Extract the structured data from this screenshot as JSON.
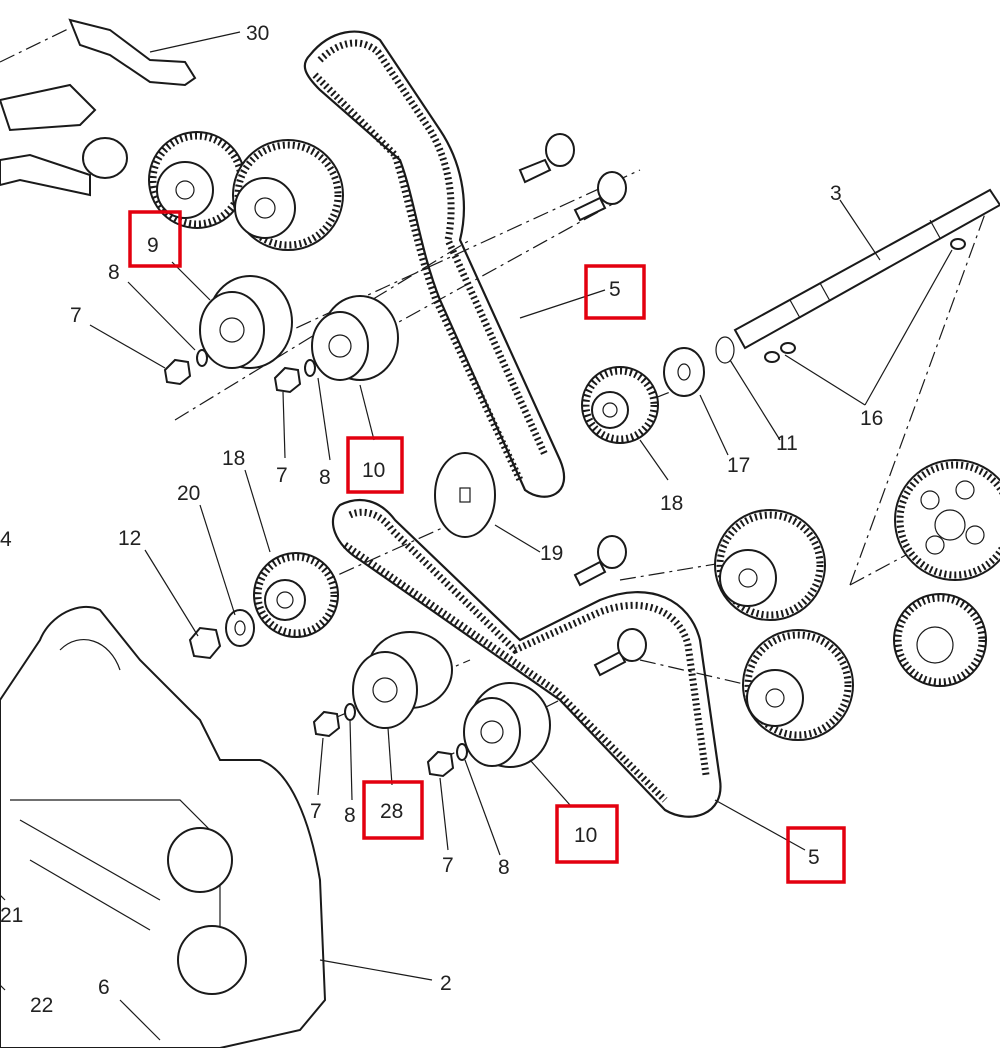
{
  "diagram": {
    "highlight_color": "#e3000f",
    "line_color": "#1a1a1a",
    "callouts": [
      {
        "id": "c30",
        "label": "30",
        "highlighted": false
      },
      {
        "id": "c9",
        "label": "9",
        "highlighted": true
      },
      {
        "id": "c8a",
        "label": "8",
        "highlighted": false
      },
      {
        "id": "c7a",
        "label": "7",
        "highlighted": false
      },
      {
        "id": "c5a",
        "label": "5",
        "highlighted": true
      },
      {
        "id": "c3",
        "label": "3",
        "highlighted": false
      },
      {
        "id": "c16",
        "label": "16",
        "highlighted": false
      },
      {
        "id": "c11",
        "label": "11",
        "highlighted": false
      },
      {
        "id": "c17",
        "label": "17",
        "highlighted": false
      },
      {
        "id": "c18a",
        "label": "18",
        "highlighted": false
      },
      {
        "id": "c10a",
        "label": "10",
        "highlighted": true
      },
      {
        "id": "c7b",
        "label": "7",
        "highlighted": false
      },
      {
        "id": "c8b",
        "label": "8",
        "highlighted": false
      },
      {
        "id": "c18b",
        "label": "18",
        "highlighted": false
      },
      {
        "id": "c20",
        "label": "20",
        "highlighted": false
      },
      {
        "id": "c12",
        "label": "12",
        "highlighted": false
      },
      {
        "id": "c4",
        "label": "4",
        "highlighted": false
      },
      {
        "id": "c19",
        "label": "19",
        "highlighted": false
      },
      {
        "id": "c7c",
        "label": "7",
        "highlighted": false
      },
      {
        "id": "c8c",
        "label": "8",
        "highlighted": false
      },
      {
        "id": "c28",
        "label": "28",
        "highlighted": true
      },
      {
        "id": "c7d",
        "label": "7",
        "highlighted": false
      },
      {
        "id": "c8d",
        "label": "8",
        "highlighted": false
      },
      {
        "id": "c10b",
        "label": "10",
        "highlighted": true
      },
      {
        "id": "c5b",
        "label": "5",
        "highlighted": true
      },
      {
        "id": "c21",
        "label": "21",
        "highlighted": false
      },
      {
        "id": "c22",
        "label": "22",
        "highlighted": false
      },
      {
        "id": "c6",
        "label": "6",
        "highlighted": false
      },
      {
        "id": "c2",
        "label": "2",
        "highlighted": false
      }
    ]
  }
}
